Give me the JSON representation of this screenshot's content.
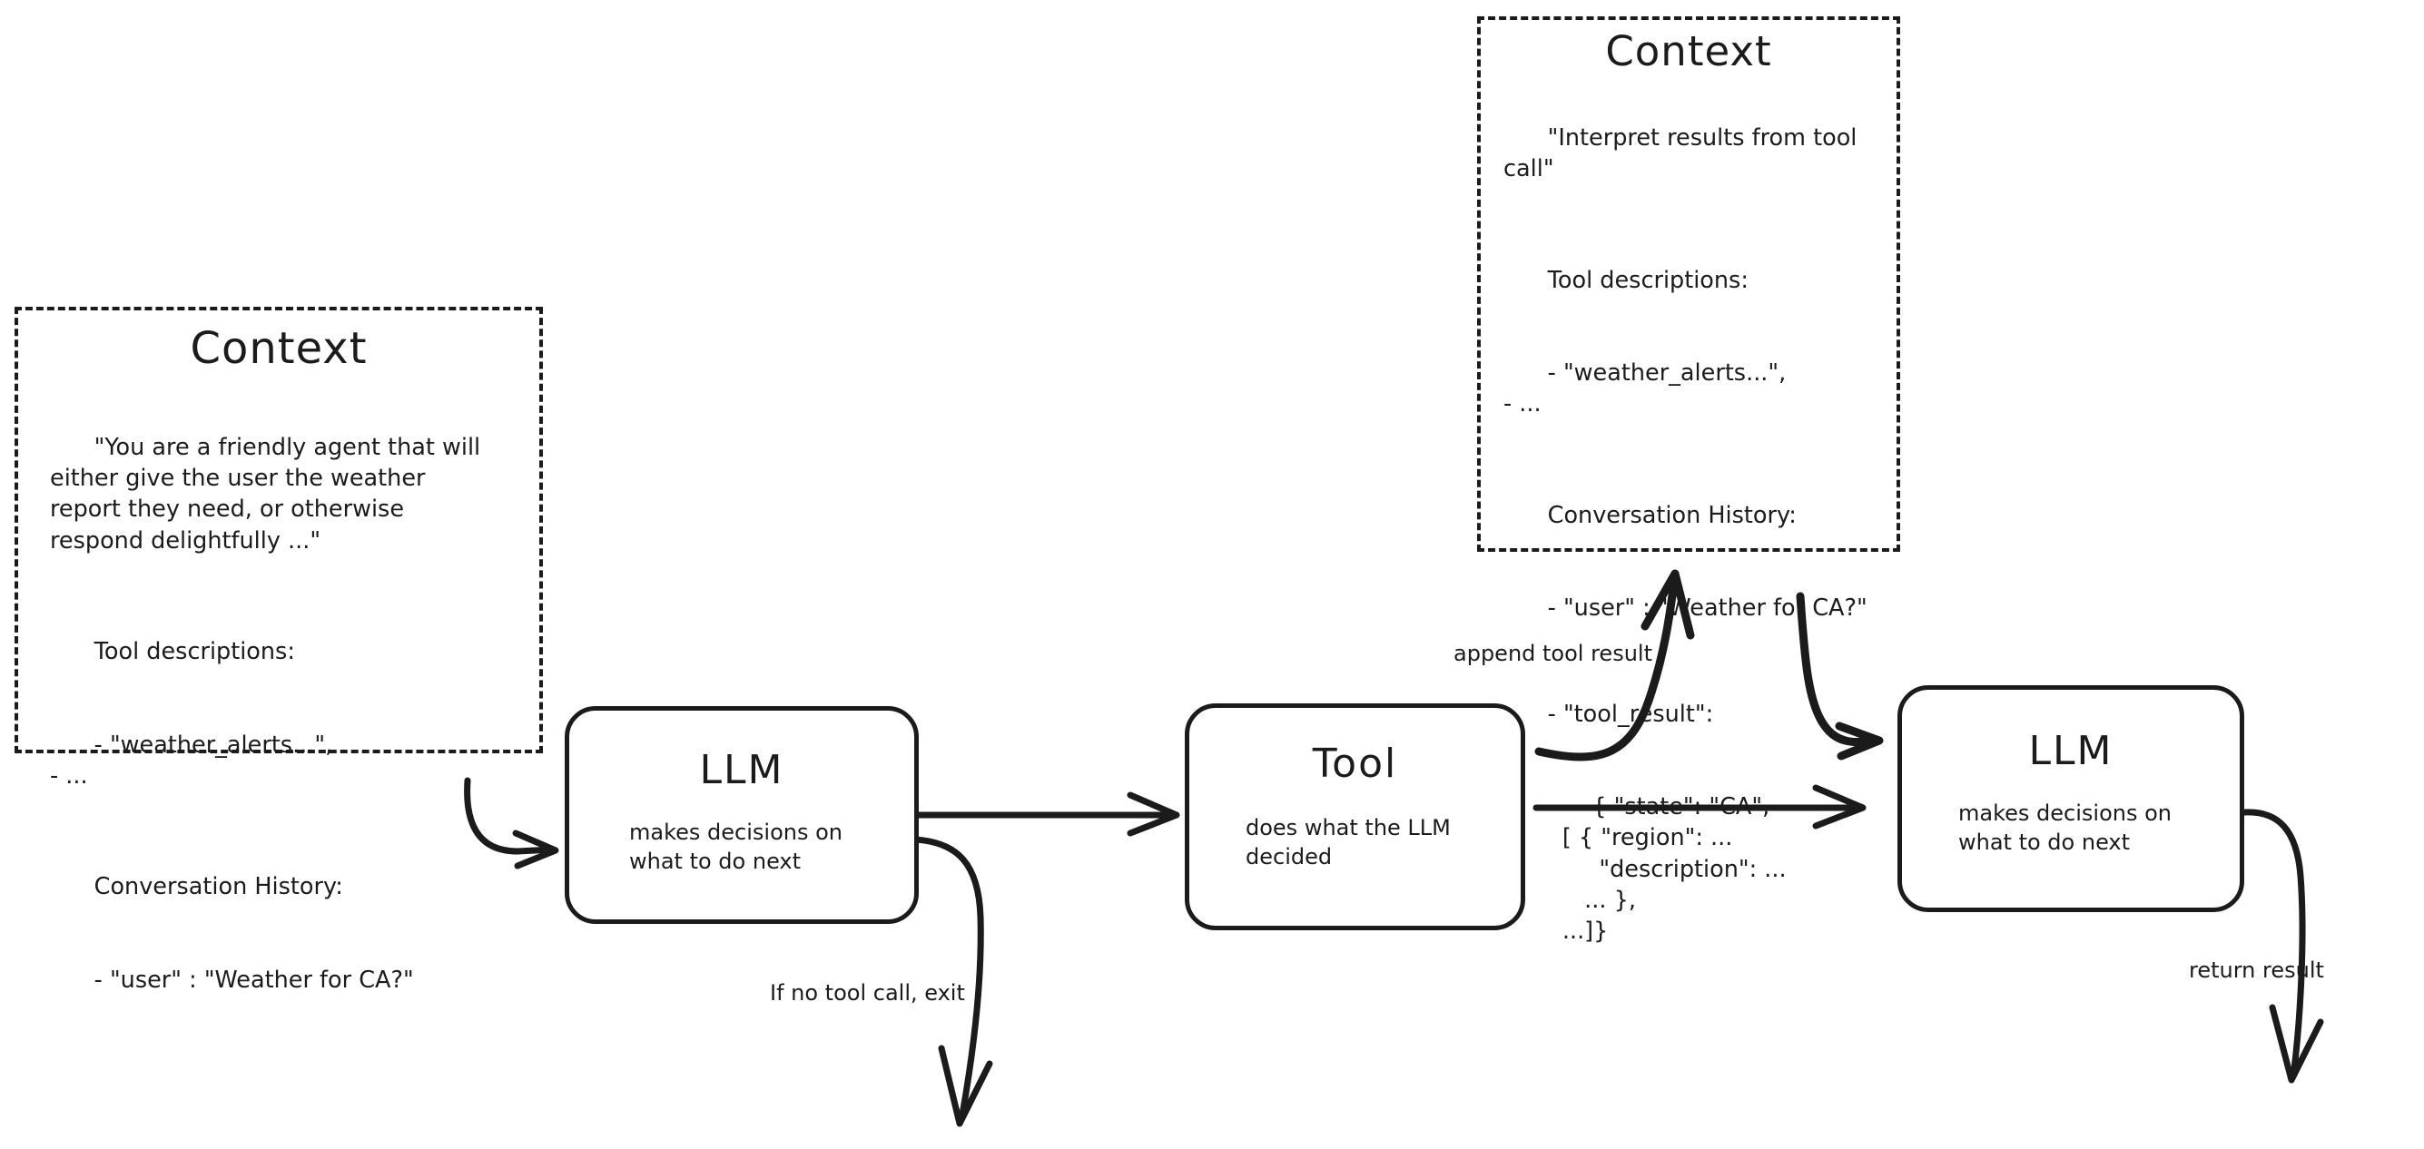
{
  "diagram": {
    "title": "LLM agent loop with tool calling",
    "accent_color": "#1b1b1b",
    "background_color": "#ffffff"
  },
  "context_left": {
    "title": "Context",
    "system_prompt": "\"You are a friendly agent that will\neither give the user the weather\nreport they need, or otherwise\nrespond delightfully ...\"",
    "tool_descriptions_heading": "Tool descriptions:",
    "tool_descriptions_items": "- \"weather_alerts...\",\n- ...",
    "conversation_history_heading": "Conversation History:",
    "conversation_history_items": "- \"user\" : \"Weather for CA?\""
  },
  "context_right": {
    "title": "Context",
    "system_prompt": "\"Interpret results from tool call\"",
    "tool_descriptions_heading": "Tool descriptions:",
    "tool_descriptions_items": "- \"weather_alerts...\",\n- ...",
    "conversation_history_heading": "Conversation History:",
    "conversation_history_items": "- \"user\" : \"Weather for CA?\"",
    "tool_result_key": "- \"tool_result\":",
    "tool_result_body": "      { \"state\": \"CA\",\n        [ { \"region\": ...\n             \"description\": ...\n           ... },\n        ...]}"
  },
  "nodes": {
    "llm_first": {
      "title": "LLM",
      "subtitle": "makes decisions on\nwhat to do next"
    },
    "tool": {
      "title": "Tool",
      "subtitle": "does what the LLM\ndecided"
    },
    "llm_second": {
      "title": "LLM",
      "subtitle": "makes decisions on\nwhat to do next"
    }
  },
  "edge_labels": {
    "no_tool_call": "If no tool call, exit",
    "append_tool_result": "append tool result",
    "return_result": "return result"
  }
}
